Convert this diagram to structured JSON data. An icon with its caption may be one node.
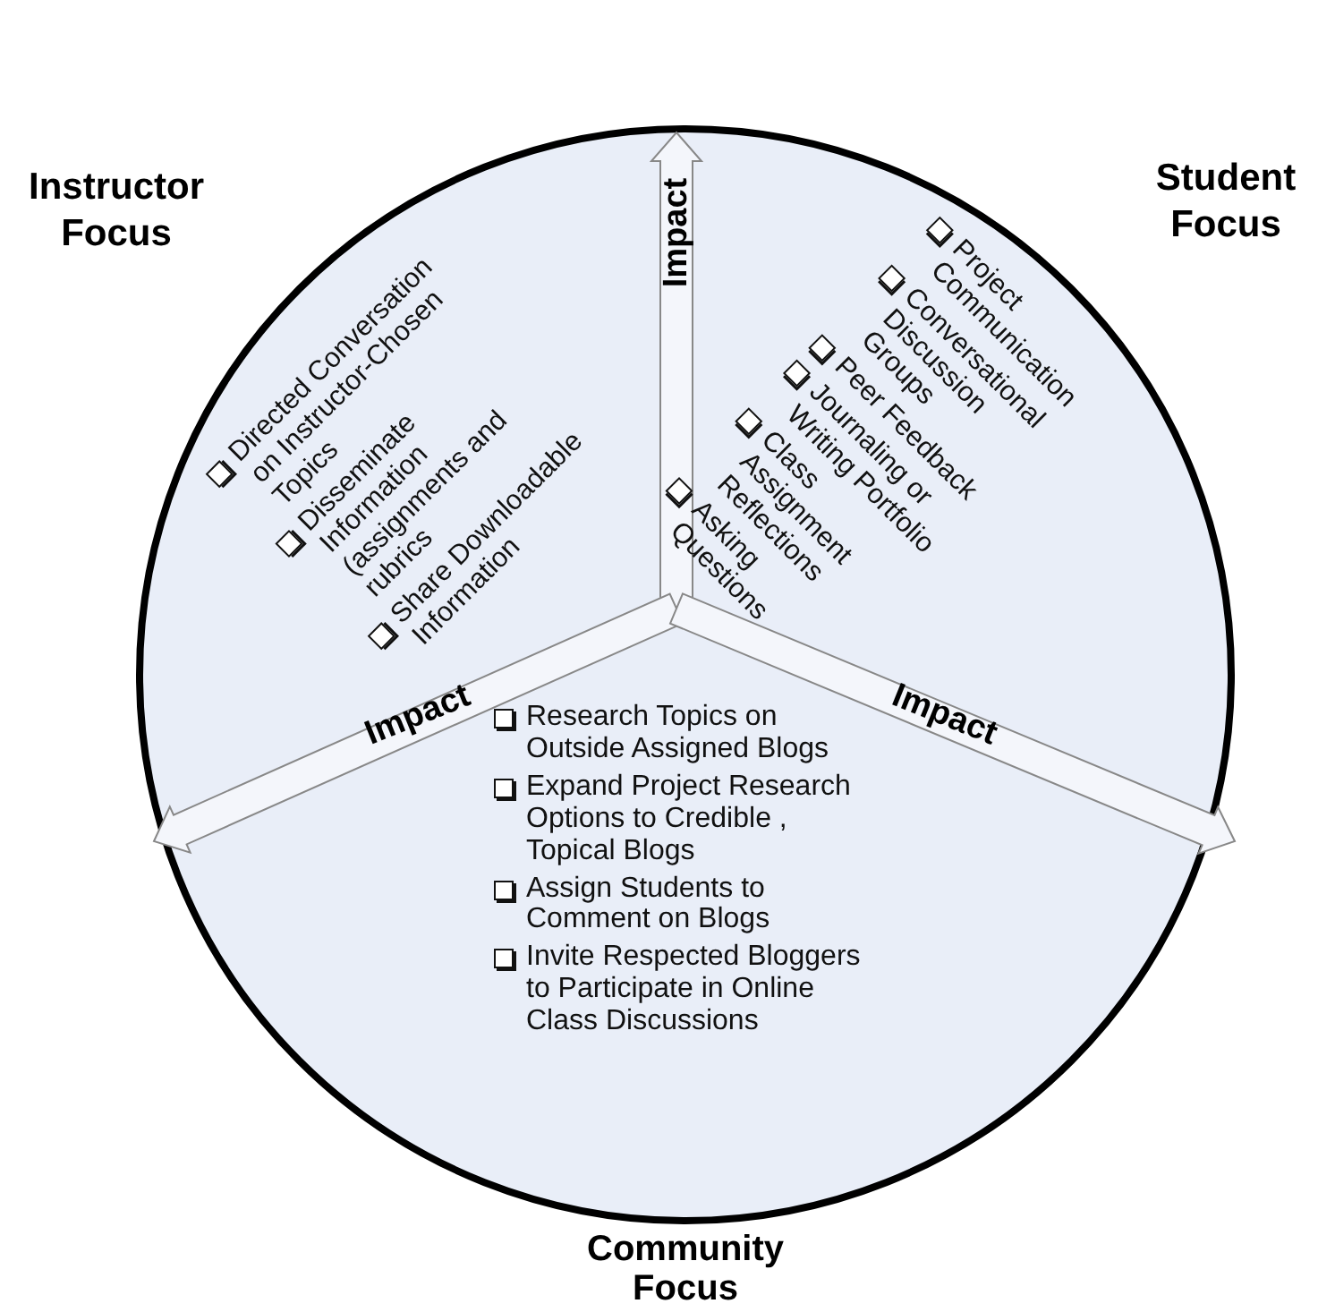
{
  "diagram": {
    "labels": [
      "Instructor Focus",
      "Student Focus",
      "Directed Conversation on Instructor-Chosen Topics",
      "Disseminate Information (assignments and rubrics",
      "Share Downloadable Information",
      "Impact",
      "Project Communication",
      "Conversational Discussion Groups",
      "Peer Feedback",
      "Journaling or Writing Portfolio",
      "Class Assignment Reflections",
      "Asking Questions",
      "Impact",
      "Research Topics on Outside Assigned Blogs",
      "Impact",
      "Expand Project Research Options to Credible , Topical Blogs",
      "Assign Students to Comment on Blogs",
      "Invite Respected Bloggers to Participate in Online Class Discussions",
      "Community Focus"
    ]
  }
}
